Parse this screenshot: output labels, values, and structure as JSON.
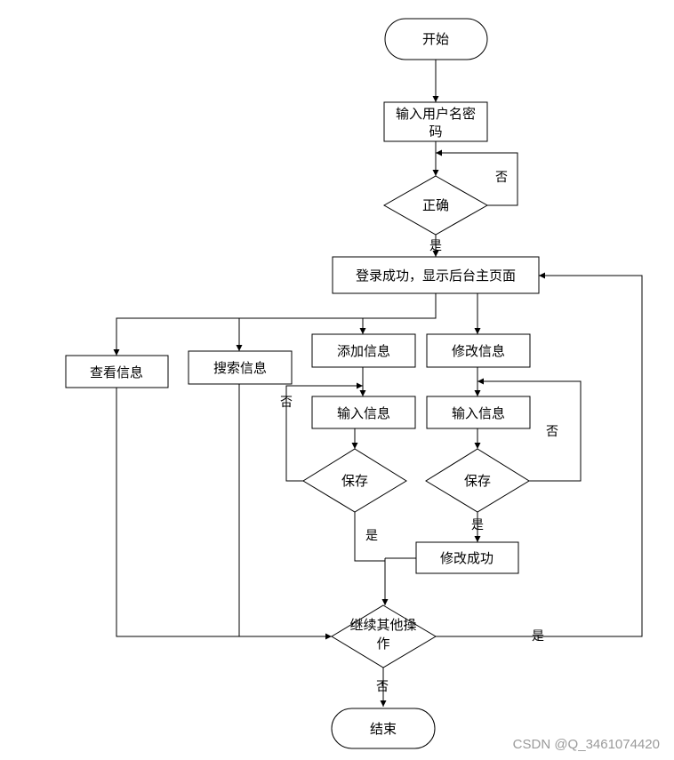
{
  "nodes": {
    "start": "开始",
    "login_input_l1": "输入用户名密",
    "login_input_l2": "码",
    "correct": "正确",
    "main_page": "登录成功，显示后台主页面",
    "view_info": "查看信息",
    "search_info": "搜索信息",
    "add_info": "添加信息",
    "modify_info": "修改信息",
    "add_input": "输入信息",
    "modify_input": "输入信息",
    "add_save": "保存",
    "modify_save": "保存",
    "modify_success": "修改成功",
    "continue_l1": "继续其他操",
    "continue_l2": "作",
    "end": "结束"
  },
  "edge_labels": {
    "correct_no": "否",
    "correct_yes": "是",
    "add_save_no": "否",
    "add_save_yes": "是",
    "modify_save_no": "否",
    "modify_save_yes": "是",
    "continue_yes": "是",
    "continue_no": "否"
  },
  "watermark": "CSDN @Q_3461074420"
}
